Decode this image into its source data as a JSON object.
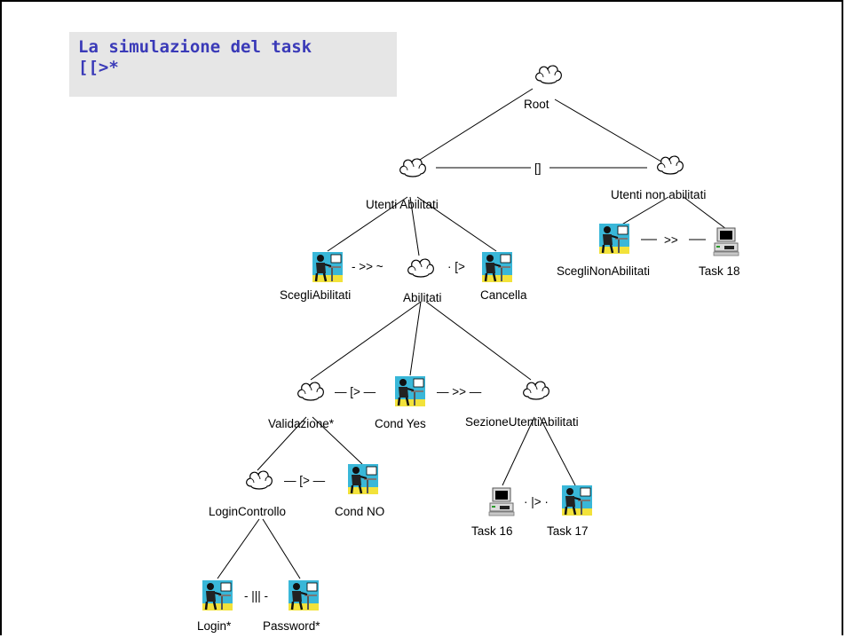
{
  "slide": {
    "title_line1": "La simulazione del task",
    "title_line2": "[[>*"
  },
  "nodes": {
    "root": "Root",
    "utenti_abilitati": "Utenti Abilitati",
    "utenti_non_abilitati": "Utenti non abilitati",
    "scegli_abilitati": "ScegliAbilitati",
    "abilitati": "Abilitati",
    "cancella": "Cancella",
    "scegli_non_abilitati": "ScegliNonAbilitati",
    "task18": "Task 18",
    "validazione": "Validazione*",
    "cond_yes": "Cond Yes",
    "sezione_utenti_abilitati": "SezioneUtentiAbilitati",
    "login_controllo": "LoginControllo",
    "cond_no": "Cond NO",
    "task16": "Task 16",
    "task17": "Task 17",
    "login": "Login*",
    "password": "Password*"
  },
  "operators": {
    "choice": "[]",
    "enable_nonab": ">>",
    "enable_scegli": "- >> ~",
    "disable_cancella": "· [>",
    "disable_condyes": "— [> —",
    "enable_sezione": "— >> —",
    "disable_condno": "— [> —",
    "disable_task17": "· |> ·",
    "interleave": "- ||| -"
  },
  "icons": {
    "abstract": "cloud-icon",
    "interaction": "user-interaction-icon",
    "application": "computer-icon"
  },
  "colors": {
    "title": "#3a3ab8",
    "title_box": "#e6e6e6",
    "interaction_bg": "#39b7d8",
    "interaction_floor": "#f2e23a"
  }
}
